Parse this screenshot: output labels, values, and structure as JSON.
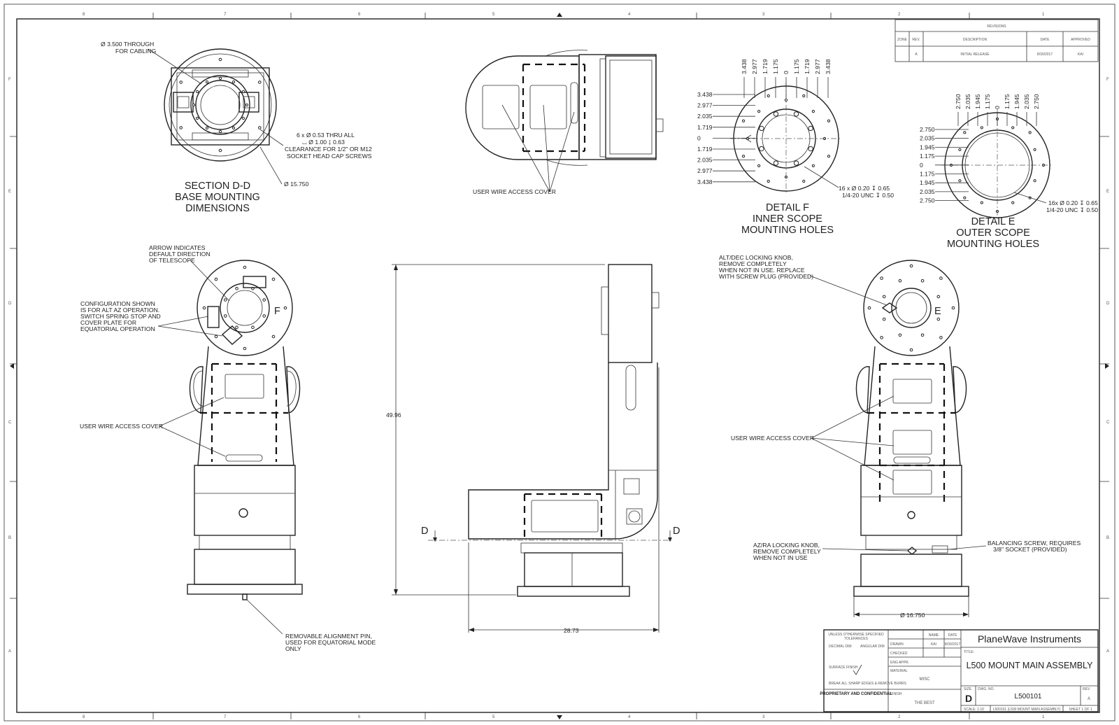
{
  "border": {
    "zones_top": [
      "8",
      "7",
      "6",
      "5",
      "4",
      "3",
      "2",
      "1"
    ],
    "zones_side": [
      "F",
      "E",
      "D",
      "C",
      "B",
      "A"
    ]
  },
  "revisions": {
    "title": "REVISIONS",
    "headers": [
      "ZONE",
      "REV.",
      "DESCRIPTION",
      "DATE",
      "APPROVED"
    ],
    "row": [
      "",
      "A",
      "INITIAL RELEASE",
      "8/30/2017",
      "KAI"
    ]
  },
  "views": {
    "section_dd": {
      "title": [
        "SECTION D-D",
        "BASE MOUNTING",
        "DIMENSIONS"
      ],
      "note_cabling": [
        "Ø 3.500 THROUGH",
        "FOR CABLING"
      ],
      "note_holes": [
        "6 x Ø 0.53 THRU ALL",
        "⌴ Ø 1.00 ↧ 0.63",
        "CLEARANCE FOR 1/2\" OR M12",
        "SOCKET HEAD CAP SCREWS"
      ],
      "diameter": "Ø 15.750"
    },
    "top_view": {
      "note": "USER WIRE ACCESS COVER"
    },
    "detail_f": {
      "title": [
        "DETAIL F",
        "INNER SCOPE",
        "MOUNTING HOLES"
      ],
      "top_labels": [
        "3.438",
        "2.977",
        "1.719",
        "1.175",
        "0",
        "1.175",
        "1.719",
        "2.977",
        "3.438"
      ],
      "left_labels": [
        "3.438",
        "2.977",
        "2.035",
        "1.719",
        "0",
        "1.719",
        "2.035",
        "2.977",
        "3.438"
      ],
      "note": [
        "16 x Ø 0.20 ↧ 0.65",
        "1/4-20 UNC ↧ 0.50"
      ]
    },
    "detail_e": {
      "title": [
        "DETAIL E",
        "OUTER SCOPE",
        "MOUNTING HOLES"
      ],
      "top_labels": [
        "2.750",
        "2.035",
        "1.945",
        "1.175",
        "0",
        "1.175",
        "1.945",
        "2.035",
        "2.750"
      ],
      "left_labels": [
        "2.750",
        "2.035",
        "1.945",
        "1.175",
        "0",
        "1.175",
        "1.945",
        "2.035",
        "2.750"
      ],
      "note": [
        "16x Ø 0.20 ↧ 0.65",
        "1/4-20 UNC ↧ 0.50"
      ]
    },
    "front_view": {
      "note_arrow": [
        "ARROW INDICATES",
        "DEFAULT DIRECTION",
        "OF TELESCOPE"
      ],
      "note_config": [
        "CONFIGURATION SHOWN",
        "IS FOR ALT AZ OPERATION.",
        "SWITCH SPRING STOP AND",
        "COVER PLATE FOR",
        "EQUATORIAL OPERATION"
      ],
      "note_cover": "USER WIRE ACCESS COVER",
      "note_pin": [
        "REMOVABLE ALIGNMENT PIN,",
        "USED FOR EQUATORIAL MODE",
        "ONLY"
      ],
      "detail_letter": "F"
    },
    "side_view": {
      "height": "49.96",
      "width": "28.73",
      "section_letter": "D"
    },
    "rear_view": {
      "note_altdec": [
        "ALT/DEC LOCKING KNOB,",
        "REMOVE COMPLETELY",
        "WHEN NOT IN USE. REPLACE",
        "WITH SCREW PLUG (PROVIDED)"
      ],
      "note_cover": "USER WIRE ACCESS COVER",
      "note_azra": [
        "AZ/RA LOCKING KNOB,",
        "REMOVE COMPLETELY",
        "WHEN NOT IN USE"
      ],
      "note_balance": [
        "BALANCING SCREW, REQUIRES",
        "3/8\" SOCKET (PROVIDED)"
      ],
      "diameter": "Ø 16.750",
      "detail_letter": "E"
    }
  },
  "title_block": {
    "company": "PlaneWave Instruments",
    "title": "L500 MOUNT MAIN ASSEMBLY",
    "size": "D",
    "dwg_no": "L500101",
    "rev": "A",
    "scale": "SCALE: 1:10",
    "sheet": "SHEET 1 OF 1",
    "file": "L500101 (L500 MOUNT MAIN ASSEMBLY)",
    "material": "MISC",
    "finish": "THE BEST",
    "drawn_by": "KAI",
    "drawn_date": "8/30/2017",
    "name_hdr": "NAME",
    "date_hdr": "DATE",
    "tol_header": [
      "UNLESS OTHERWISE SPECIFIED",
      "TOLERANCES"
    ],
    "decimal_dim": "DECIMAL DIM",
    "angular_dim": "ANGULAR DIM",
    "surface": "SURFACE FINISH",
    "break_edges": "BREAK ALL SHARP EDGES & REMOVE BURRS",
    "proprietary": "PROPRIETARY AND CONFIDENTIAL",
    "row_labels": [
      "DRAWN",
      "CHECKED",
      "ENG APPR.",
      "MATERIAL",
      "FINISH"
    ],
    "small_labels": [
      "SIZE",
      "DWG. NO.",
      "REV",
      "TITLE:"
    ]
  }
}
